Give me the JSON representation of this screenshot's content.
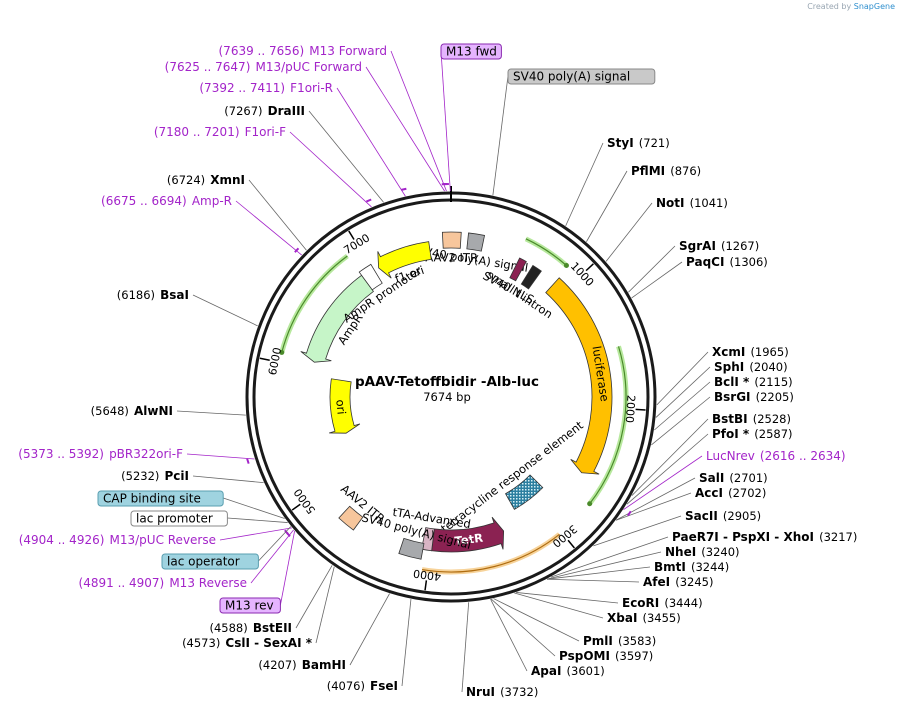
{
  "credit": {
    "prefix": "Created by ",
    "brand": "SnapGene"
  },
  "plasmid": {
    "name": "pAAV-Tetoffbidir -Alb-luc",
    "size_label": "7674 bp",
    "length": 7674
  },
  "ticks": [
    {
      "pos": 1000,
      "label": "1000"
    },
    {
      "pos": 2000,
      "label": "2000"
    },
    {
      "pos": 3000,
      "label": "3000"
    },
    {
      "pos": 4000,
      "label": "4000"
    },
    {
      "pos": 5000,
      "label": "5000"
    },
    {
      "pos": 6000,
      "label": "6000"
    },
    {
      "pos": 7000,
      "label": "7000"
    }
  ],
  "sites_right": [
    {
      "name": "StyI",
      "num": "(721)",
      "pos": 721
    },
    {
      "name": "PflMI",
      "num": "(876)",
      "pos": 876
    },
    {
      "name": "NotI",
      "num": "(1041)",
      "pos": 1041
    },
    {
      "name": "SgrAI",
      "num": "(1267)",
      "pos": 1267
    },
    {
      "name": "PaqCI",
      "num": "(1306)",
      "pos": 1306
    },
    {
      "name": "XcmI",
      "num": "(1965)",
      "pos": 1965
    },
    {
      "name": "SphI",
      "num": "(2040)",
      "pos": 2040
    },
    {
      "name": "BclI *",
      "num": "(2115)",
      "pos": 2115
    },
    {
      "name": "BsrGI",
      "num": "(2205)",
      "pos": 2205
    },
    {
      "name": "BstBI",
      "num": "(2528)",
      "pos": 2528
    },
    {
      "name": "PfoI *",
      "num": "(2587)",
      "pos": 2587
    },
    {
      "name": "SalI",
      "num": "(2701)",
      "pos": 2701
    },
    {
      "name": "AccI",
      "num": "(2702)",
      "pos": 2702
    },
    {
      "name": "SacII",
      "num": "(2905)",
      "pos": 2905
    },
    {
      "name": "PaeR7I  -  PspXI  -  XhoI",
      "num": "(3217)",
      "pos": 3217
    },
    {
      "name": "NheI",
      "num": "(3240)",
      "pos": 3240
    },
    {
      "name": "BmtI",
      "num": "(3244)",
      "pos": 3244
    },
    {
      "name": "AfeI",
      "num": "(3245)",
      "pos": 3245
    },
    {
      "name": "EcoRI",
      "num": "(3444)",
      "pos": 3444
    },
    {
      "name": "XbaI",
      "num": "(3455)",
      "pos": 3455
    },
    {
      "name": "PmlI",
      "num": "(3583)",
      "pos": 3583
    },
    {
      "name": "PspOMI",
      "num": "(3597)",
      "pos": 3597
    },
    {
      "name": "ApaI",
      "num": "(3601)",
      "pos": 3601
    },
    {
      "name": "NruI",
      "num": "(3732)",
      "pos": 3732
    }
  ],
  "sites_left": [
    {
      "name": "DraIII",
      "num": "(7267)",
      "pos": 7267
    },
    {
      "name": "XmnI",
      "num": "(6724)",
      "pos": 6724
    },
    {
      "name": "BsaI",
      "num": "(6186)",
      "pos": 6186
    },
    {
      "name": "AlwNI",
      "num": "(5648)",
      "pos": 5648
    },
    {
      "name": "PciI",
      "num": "(5232)",
      "pos": 5232
    },
    {
      "name": "BstEII",
      "num": "(4588)",
      "pos": 4588
    },
    {
      "name": "CslI  -  SexAI *",
      "num": "(4573)",
      "pos": 4573
    },
    {
      "name": "BamHI",
      "num": "(4207)",
      "pos": 4207
    },
    {
      "name": "FseI",
      "num": "(4076)",
      "pos": 4076
    }
  ],
  "primers": [
    {
      "range": "(7639 .. 7656)",
      "name": "M13 Forward",
      "pos": 7647
    },
    {
      "range": "(7625 .. 7647)",
      "name": "M13/pUC Forward",
      "pos": 7636
    },
    {
      "range": "(7392 .. 7411)",
      "name": "F1ori-R",
      "pos": 7401
    },
    {
      "range": "(7180 .. 7201)",
      "name": "F1ori-F",
      "pos": 7190
    },
    {
      "range": "(6675 .. 6694)",
      "name": "Amp-R",
      "pos": 6684
    },
    {
      "range": "(5373 .. 5392)",
      "name": "pBR322ori-F",
      "pos": 5382
    },
    {
      "range": "(4904 .. 4926)",
      "name": "M13/pUC Reverse",
      "pos": 4915
    },
    {
      "range": "(4891 .. 4907)",
      "name": "M13 Reverse",
      "pos": 4899
    },
    {
      "range": "(2616 .. 2634)",
      "name": "LucNrev",
      "pos": 2625
    }
  ],
  "boxed_labels": [
    {
      "text": "M13 fwd",
      "style": "primer",
      "pos": 7670
    },
    {
      "text": "SV40 poly(A) signal",
      "style": "gray",
      "pos": 250
    },
    {
      "text": "CAP binding site",
      "style": "blue",
      "pos": 4985
    },
    {
      "text": "lac promoter",
      "style": "white",
      "pos": 4955
    },
    {
      "text": "lac operator",
      "style": "blue",
      "pos": 4925
    },
    {
      "text": "M13 rev",
      "style": "primer",
      "pos": 4890
    }
  ],
  "features": [
    {
      "label": "AAV2 ITR",
      "start": 7610,
      "end": 7750,
      "ring": "inner",
      "color": "#f7c69c",
      "shape": "box"
    },
    {
      "label": "SV40 poly(A) signal",
      "start": 130,
      "end": 250,
      "ring": "inner",
      "color": "#a7a9ac",
      "shape": "box"
    },
    {
      "label": "SV40 NLS",
      "start": 560,
      "end": 620,
      "ring": "inner",
      "color": "#8b2252",
      "shape": "arrow"
    },
    {
      "label": "small t intron",
      "start": 680,
      "end": 760,
      "ring": "inner",
      "color": "#222222",
      "shape": "box"
    },
    {
      "label": "luciferase",
      "start": 900,
      "end": 2560,
      "ring": "inner",
      "color": "#ffc000",
      "shape": "arrow-cw"
    },
    {
      "label": "tetracycline response element",
      "start": 2870,
      "end": 3210,
      "ring": "inner2",
      "color": "#2c7fa0",
      "shape": "box"
    },
    {
      "label": "TetR",
      "start": 3380,
      "end": 3990,
      "ring": "inner",
      "color": "#8b2252",
      "shape": "arrow-ccw"
    },
    {
      "label": "tTA-Advanced",
      "start": 3990,
      "end": 4070,
      "ring": "inner",
      "color": "#d8b4c4",
      "shape": "box"
    },
    {
      "label": "SV40 poly(A) signal",
      "start": 4060,
      "end": 4230,
      "ring": "inner",
      "color": "#a7a9ac",
      "shape": "box"
    },
    {
      "label": "AAV2 ITR",
      "start": 4610,
      "end": 4750,
      "ring": "inner",
      "color": "#f7c69c",
      "shape": "box"
    },
    {
      "label": "ori",
      "start": 5350,
      "end": 5940,
      "ring": "inner",
      "color": "#ffff00",
      "shape": "arrow-ccw"
    },
    {
      "label": "AmpR",
      "start": 6060,
      "end": 6900,
      "ring": "inner",
      "color": "#c6f5c8",
      "shape": "arrow-ccw"
    },
    {
      "label": "AmpR promoter",
      "start": 6900,
      "end": 7010,
      "ring": "inner",
      "color": "#ffffff",
      "shape": "box"
    },
    {
      "label": "f1 ori",
      "start": 7050,
      "end": 7500,
      "ring": "inner",
      "color": "#ffff00",
      "shape": "arrow-ccw"
    }
  ],
  "green_arcs": [
    {
      "start": 540,
      "end": 880,
      "dir": "cw"
    },
    {
      "start": 1560,
      "end": 2720,
      "dir": "cw"
    },
    {
      "start": 6070,
      "end": 6900,
      "dir": "ccw"
    }
  ],
  "orange_arcs": [
    {
      "start": 3020,
      "end": 4040,
      "dir": "ccw"
    }
  ],
  "colors": {
    "primer": "#a324c9",
    "primer_box": "#e5b4ff",
    "gray_box": "#c9c9c9",
    "blue_box": "#9fd3e0",
    "backbone": "#1a1a1a"
  }
}
